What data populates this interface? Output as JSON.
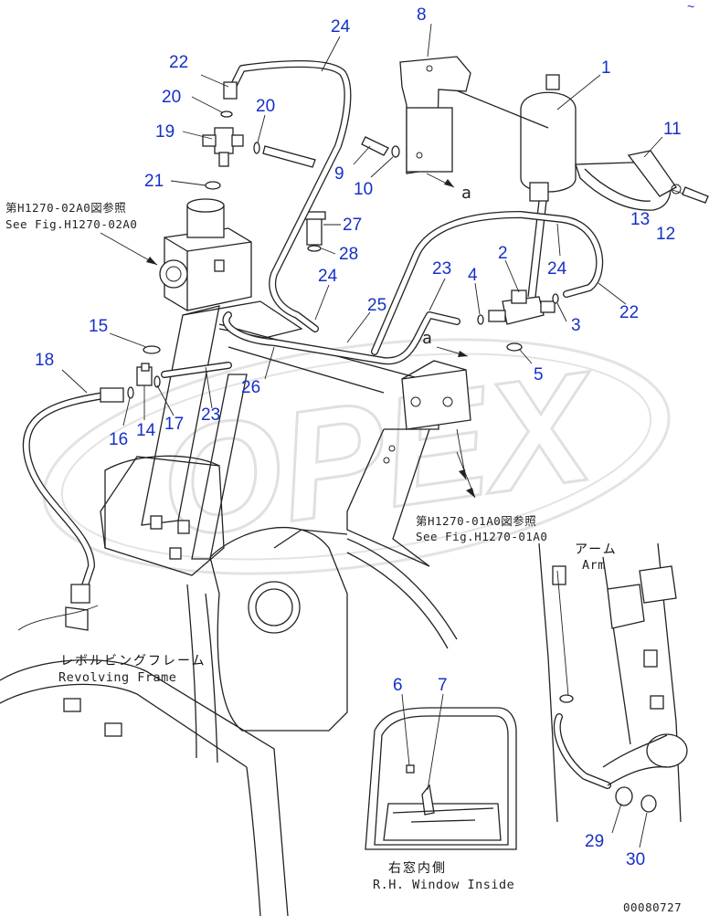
{
  "part_numbers": [
    {
      "id": "n1",
      "label": "1"
    },
    {
      "id": "n2",
      "label": "2"
    },
    {
      "id": "n3",
      "label": "3"
    },
    {
      "id": "n4",
      "label": "4"
    },
    {
      "id": "n5",
      "label": "5"
    },
    {
      "id": "n6",
      "label": "6"
    },
    {
      "id": "n7",
      "label": "7"
    },
    {
      "id": "n8",
      "label": "8"
    },
    {
      "id": "n9",
      "label": "9"
    },
    {
      "id": "n10",
      "label": "10"
    },
    {
      "id": "n11",
      "label": "11"
    },
    {
      "id": "n12",
      "label": "12"
    },
    {
      "id": "n13",
      "label": "13"
    },
    {
      "id": "n14",
      "label": "14"
    },
    {
      "id": "n15",
      "label": "15"
    },
    {
      "id": "n16",
      "label": "16"
    },
    {
      "id": "n17",
      "label": "17"
    },
    {
      "id": "n18",
      "label": "18"
    },
    {
      "id": "n19",
      "label": "19"
    },
    {
      "id": "n20a",
      "label": "20"
    },
    {
      "id": "n20b",
      "label": "20"
    },
    {
      "id": "n21",
      "label": "21"
    },
    {
      "id": "n22a",
      "label": "22"
    },
    {
      "id": "n22b",
      "label": "22"
    },
    {
      "id": "n23a",
      "label": "23"
    },
    {
      "id": "n23b",
      "label": "23"
    },
    {
      "id": "n24a",
      "label": "24"
    },
    {
      "id": "n24b",
      "label": "24"
    },
    {
      "id": "n24c",
      "label": "24"
    },
    {
      "id": "n25",
      "label": "25"
    },
    {
      "id": "n26",
      "label": "26"
    },
    {
      "id": "n27",
      "label": "27"
    },
    {
      "id": "n28",
      "label": "28"
    },
    {
      "id": "n29",
      "label": "29"
    },
    {
      "id": "n30",
      "label": "30"
    }
  ],
  "refs": {
    "ref_a_top": "a",
    "ref_a_mid": "a",
    "see_02a0_jp": "第H1270-02A0図参照",
    "see_02a0_en": "See Fig.H1270-02A0",
    "see_01a0_jp": "第H1270-01A0図参照",
    "see_01a0_en": "See Fig.H1270-01A0"
  },
  "captions": {
    "revolving_jp": "レボルビングフレーム",
    "revolving_en": "Revolving Frame",
    "arm_jp": "アーム",
    "arm_en": "Arm",
    "window_jp": "右窓内側",
    "window_en": "R.H. Window Inside"
  },
  "drawing_code": "00080727",
  "corner_mark": "~",
  "watermark": "OPEX"
}
